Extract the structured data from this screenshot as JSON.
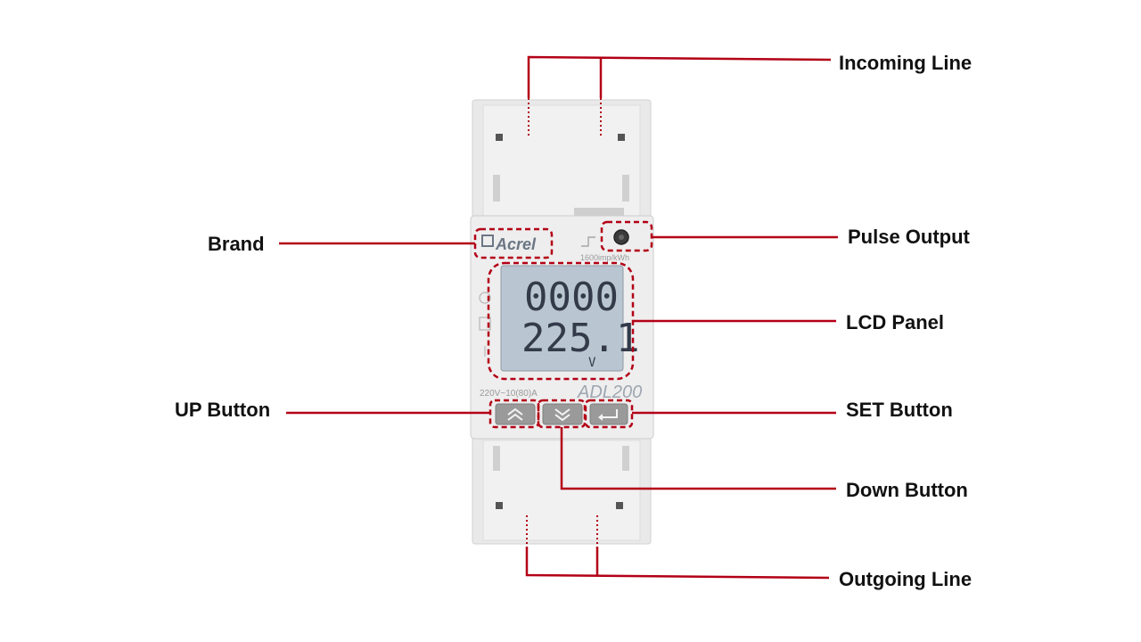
{
  "colors": {
    "leader_line": "#b30016",
    "callout_text": "#111111",
    "device_body": "#eeeeee",
    "lcd_screen": "#b9c6d1"
  },
  "labels": {
    "incoming_line": "Incoming Line",
    "brand": "Brand",
    "pulse_output": "Pulse Output",
    "lcd_panel": "LCD Panel",
    "up_button": "UP Button",
    "set_button": "SET Button",
    "down_button": "Down Button",
    "outgoing_line": "Outgoing Line"
  },
  "device": {
    "brand_name": "Acrel",
    "pulse_spec": "1600imp/kWh",
    "rating": "220V~10(80)A",
    "model": "ADL200",
    "lcd": {
      "line1": "0000",
      "line2": "225.1",
      "unit": "V"
    }
  },
  "icons": {
    "up": "double-chevron-up-icon",
    "down": "double-chevron-down-icon",
    "set": "enter-return-icon"
  }
}
